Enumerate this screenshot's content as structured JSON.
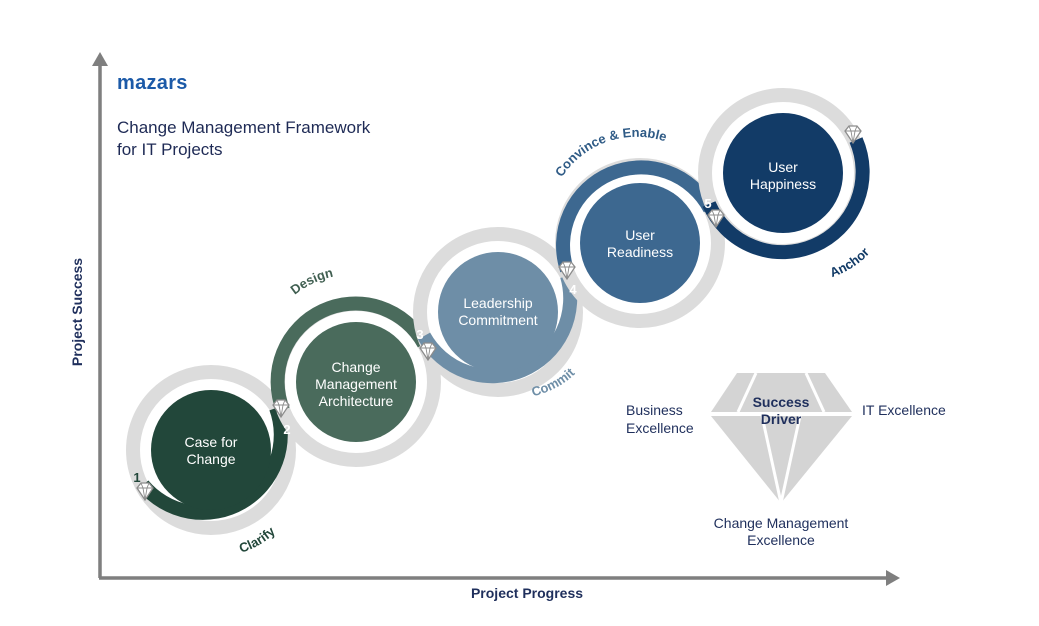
{
  "brand": {
    "logo_text": "mazars"
  },
  "title": {
    "line1": "Change Management Framework",
    "line2": "for IT Projects"
  },
  "axes": {
    "x_label": "Project Progress",
    "y_label": "Project Success"
  },
  "steps": [
    {
      "number": "1",
      "phase": "Clarify",
      "inner_lines": [
        "Case for",
        "Change"
      ]
    },
    {
      "number": "2",
      "phase": "Design",
      "inner_lines": [
        "Change",
        "Management",
        "Architecture"
      ]
    },
    {
      "number": "3",
      "phase": "Commit",
      "inner_lines": [
        "Leadership",
        "Commitment"
      ]
    },
    {
      "number": "4",
      "phase": "Convince & Enable",
      "inner_lines": [
        "User",
        "Readiness"
      ]
    },
    {
      "number": "5",
      "phase": "Anchor",
      "inner_lines": [
        "User",
        "Happiness"
      ]
    }
  ],
  "success_diamond": {
    "center_lines": [
      "Success",
      "Driver"
    ],
    "left_lines": [
      "Business",
      "Excellence"
    ],
    "right_label": "IT Excellence",
    "bottom_lines": [
      "Change Management",
      "Excellence"
    ]
  },
  "colors": {
    "step1": "#22473a",
    "step2": "#4a6b5c",
    "step3": "#6e8ea7",
    "step4": "#3d6890",
    "step5": "#123b67",
    "ring_gray": "#dcdcdc",
    "diamond_gray": "#d4d4d4",
    "title_navy": "#1e2a55",
    "logo_blue": "#1c5aa8",
    "axis_gray": "#7f7f7f",
    "axis_label": "#1f2f5c"
  }
}
